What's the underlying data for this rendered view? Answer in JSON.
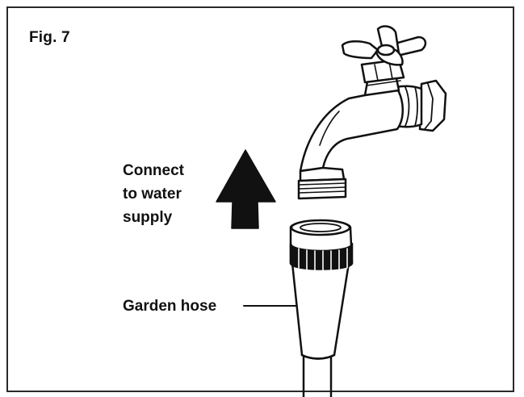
{
  "figure": {
    "label": "Fig. 7",
    "callout_lines": [
      "Connect",
      "to water",
      "supply"
    ],
    "hose_label": "Garden hose"
  },
  "icons": {
    "faucet": "faucet-icon",
    "arrow": "arrow-up-icon",
    "hose": "garden-hose-icon"
  },
  "colors": {
    "ink": "#111111",
    "fill": "#ffffff"
  }
}
